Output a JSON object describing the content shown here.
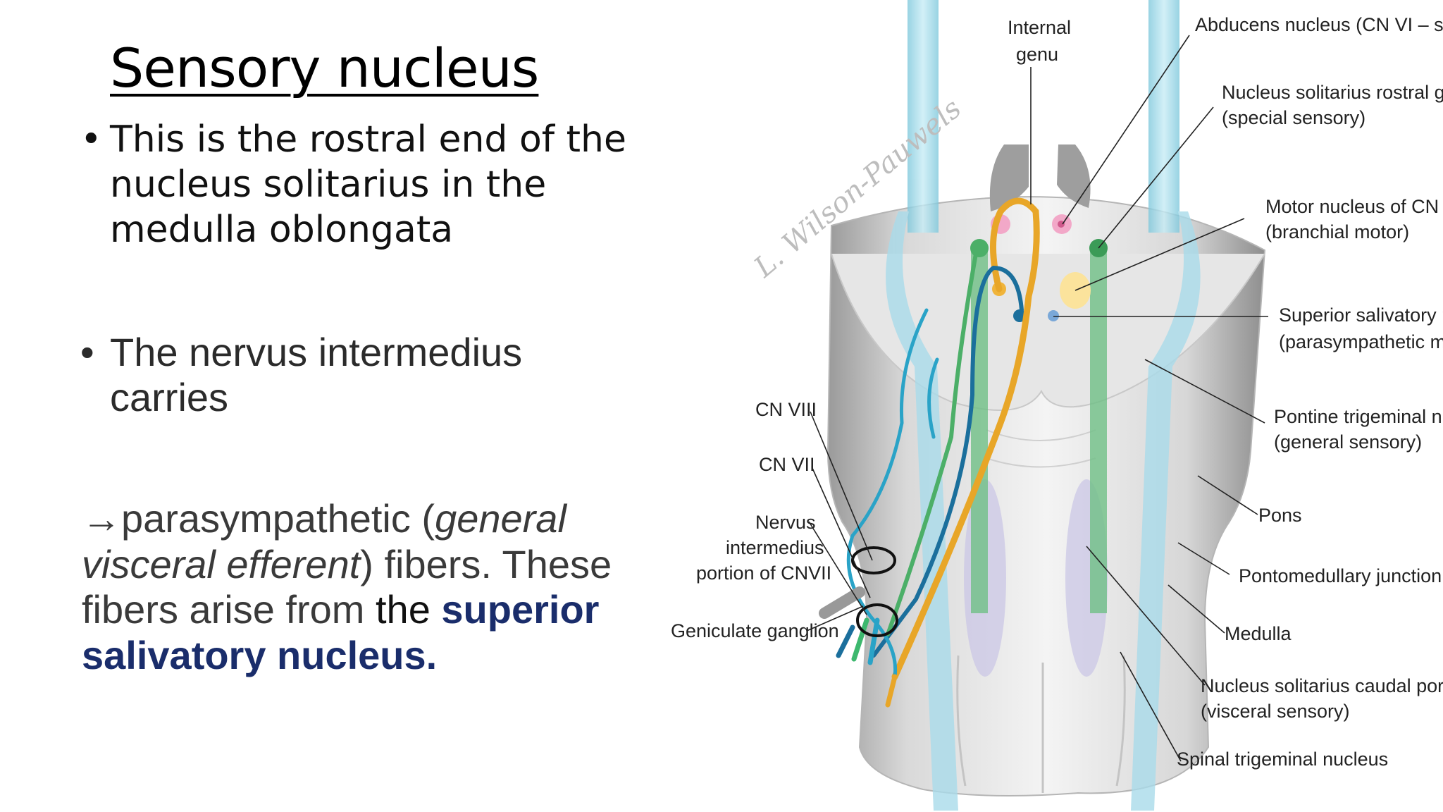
{
  "slide": {
    "title": "Sensory nucleus",
    "bullets": [
      {
        "marker": "•",
        "text": "This is the rostral end of the nucleus solitarius in the medulla oblongata"
      },
      {
        "marker": "•",
        "text": "The nervus intermedius carries"
      }
    ],
    "paragraph": {
      "arrow": "→",
      "p1": "parasympathetic (",
      "p2": "general visceral efferent",
      "p3": ") fibers. These fibers arise from ",
      "p4": "the ",
      "p5": "superior salivatory nucleus."
    },
    "accent_color": "#1a2d6b"
  },
  "figure": {
    "signature": "L. Wilson-Pauwels",
    "labels_left": {
      "cn8": "CN VIII",
      "cn7": "CN VII",
      "ni1": "Nervus",
      "ni2": "intermedius",
      "ni3": "portion of CNVII",
      "gg": "Geniculate ganglion"
    },
    "labels_top": {
      "genu1": "Internal",
      "genu2": "genu"
    },
    "labels_right": {
      "abd": "Abducens nucleus (CN VI – somatic",
      "nsr1": "Nucleus solitarius rostral gustatory",
      "nsr2": "(special sensory)",
      "mn1": "Motor nucleus of CN VII",
      "mn2": "(branchial motor)",
      "ss1": "Superior salivatory nucleus",
      "ss2": "(parasympathetic motor)",
      "pt1": "Pontine trigeminal nucleus",
      "pt2": "(general sensory)",
      "pons": "Pons",
      "pmj": "Pontomedullary junction",
      "med": "Medulla",
      "nsc1": "Nucleus solitarius caudal portion",
      "nsc2": "(visceral sensory)",
      "stn": "Spinal trigeminal nucleus"
    }
  }
}
